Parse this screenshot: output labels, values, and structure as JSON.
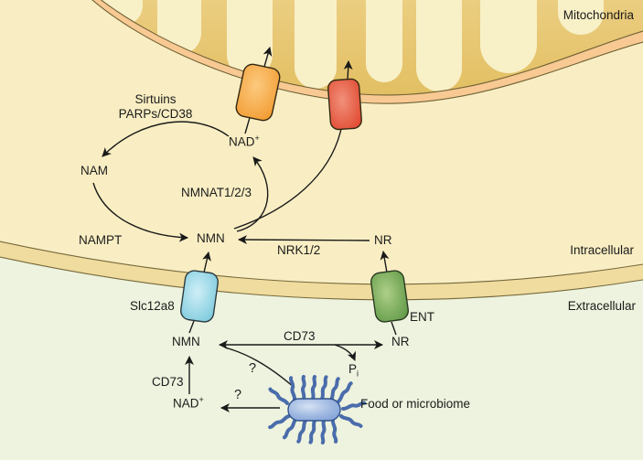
{
  "figure": "NAD+ metabolism pathway diagram",
  "regions": {
    "mitochondria": "Mitochondria",
    "intracellular": "Intracellular",
    "extracellular": "Extracellular"
  },
  "labels": {
    "sirtuins": "Sirtuins",
    "parps_cd38": "PARPs/CD38",
    "nad_intra_base": "NAD",
    "nad_intra_sup": "+",
    "nam": "NAM",
    "nmnat": "NMNAT1/2/3",
    "nampt": "NAMPT",
    "nmn_intra": "NMN",
    "nrk": "NRK1/2",
    "nr_intra": "NR",
    "slc12a8": "Slc12a8",
    "ent": "ENT",
    "nmn_extra": "NMN",
    "cd73_top": "CD73",
    "nr_extra": "NR",
    "pi_base": "P",
    "pi_sub": "i",
    "question_nmn": "?",
    "cd73_left": "CD73",
    "nad_extra_base": "NAD",
    "nad_extra_sup": "+",
    "question_nad": "?",
    "food": "Food or microbiome"
  },
  "colors": {
    "extracellular_bg": "#edf3de",
    "intracellular_bg": "#f9eec3",
    "cell_membrane_band": "#efdc9e",
    "mito_membrane_band": "#f8c993",
    "mito_interior": "#ead06f",
    "cristae": "#f8f0c7",
    "membrane_outline": "#6f6135",
    "transporter_orange": "#f29f35",
    "transporter_red": "#e14a2f",
    "transporter_blue": "#79c8dc",
    "transporter_green": "#5d9943",
    "bacterium_blue": "#84a5d7",
    "line_color": "#1a1a1a"
  }
}
